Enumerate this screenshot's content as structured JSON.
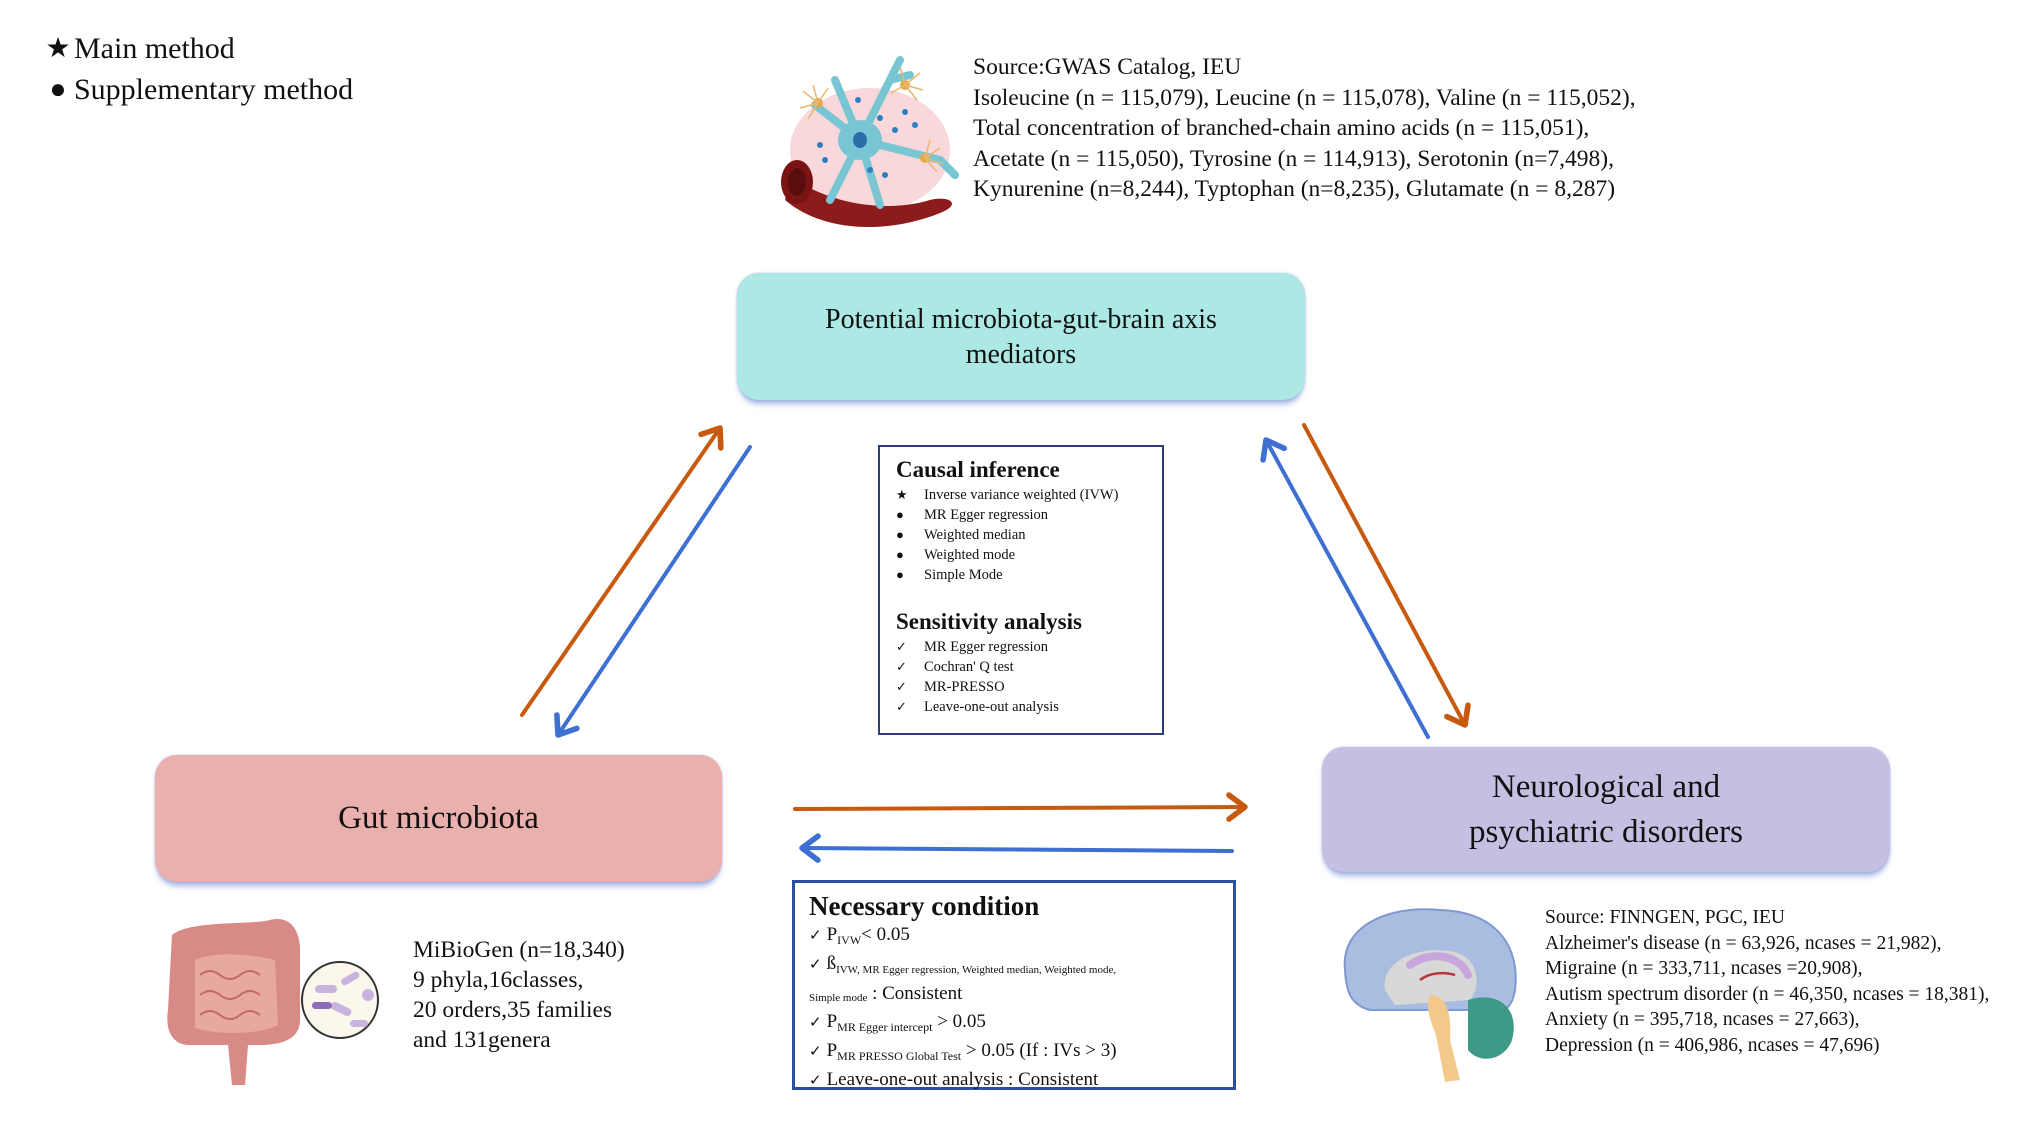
{
  "legend": {
    "main": {
      "symbol": "★",
      "label": "Main method"
    },
    "supplementary": {
      "symbol": "●",
      "label": "Supplementary method"
    }
  },
  "mediator_source": {
    "lines": [
      "Source:GWAS Catalog, IEU",
      "Isoleucine (n = 115,079), Leucine (n = 115,078), Valine (n = 115,052),",
      "Total concentration of branched-chain amino acids (n = 115,051),",
      "Acetate (n = 115,050), Tyrosine (n = 114,913), Serotonin (n=7,498),",
      "Kynurenine (n=8,244), Typtophan (n=8,235), Glutamate (n = 8,287)"
    ]
  },
  "nodes": {
    "mediators": {
      "line1": "Potential microbiota-gut-brain axis",
      "line2": "mediators",
      "color": "#ace8e4"
    },
    "gut": {
      "label": "Gut microbiota",
      "color": "#e9b0ad"
    },
    "neuro": {
      "line1": "Neurological and",
      "line2": "psychiatric disorders",
      "color": "#c5bfe2"
    }
  },
  "causal_inference": {
    "title": "Causal inference",
    "items": [
      {
        "bullet": "★",
        "label": "Inverse variance weighted (IVW)"
      },
      {
        "bullet": "●",
        "label": "MR Egger regression"
      },
      {
        "bullet": "●",
        "label": "Weighted median"
      },
      {
        "bullet": "●",
        "label": "Weighted mode"
      },
      {
        "bullet": "●",
        "label": "Simple Mode"
      }
    ]
  },
  "sensitivity_analysis": {
    "title": "Sensitivity analysis",
    "items": [
      {
        "bullet": "✓",
        "label": "MR Egger regression"
      },
      {
        "bullet": "✓",
        "label": "Cochran' Q test"
      },
      {
        "bullet": "✓",
        "label": "MR-PRESSO"
      },
      {
        "bullet": "✓",
        "label": "Leave-one-out analysis"
      }
    ]
  },
  "necessary_condition": {
    "title": "Necessary condition",
    "check": "✓",
    "c1": {
      "p": "P",
      "sub": "IVW",
      "rest": "< 0.05"
    },
    "c2": {
      "p": "ß",
      "sub": "IVW, MR Egger regression, Weighted median, Weighted mode,",
      "sub2": "Simple mode",
      "rest": ": Consistent"
    },
    "c3": {
      "p": "P",
      "sub": "MR Egger intercept",
      "rest": "> 0.05"
    },
    "c4": {
      "p": "P",
      "sub": "MR PRESSO Global Test",
      "rest": "> 0.05 (If : IVs > 3)"
    },
    "c5": {
      "rest": "Leave-one-out analysis : Consistent"
    }
  },
  "gut_source": {
    "lines": [
      "MiBioGen (n=18,340)",
      "9 phyla,16classes,",
      "20 orders,35 families",
      "and 131genera"
    ]
  },
  "disease_source": {
    "lines": [
      "Source: FINNGEN, PGC, IEU",
      "Alzheimer's disease (n = 63,926, ncases = 21,982),",
      "Migraine (n = 333,711, ncases =20,908),",
      "Autism spectrum disorder (n = 46,350, ncases = 18,381),",
      "Anxiety (n = 395,718, ncases = 27,663),",
      "Depression (n = 406,986, ncases = 47,696)"
    ]
  },
  "colors": {
    "forward_arrow": "#c85a10",
    "reverse_arrow": "#3f6fd0",
    "box_border": "#2c3a78"
  }
}
